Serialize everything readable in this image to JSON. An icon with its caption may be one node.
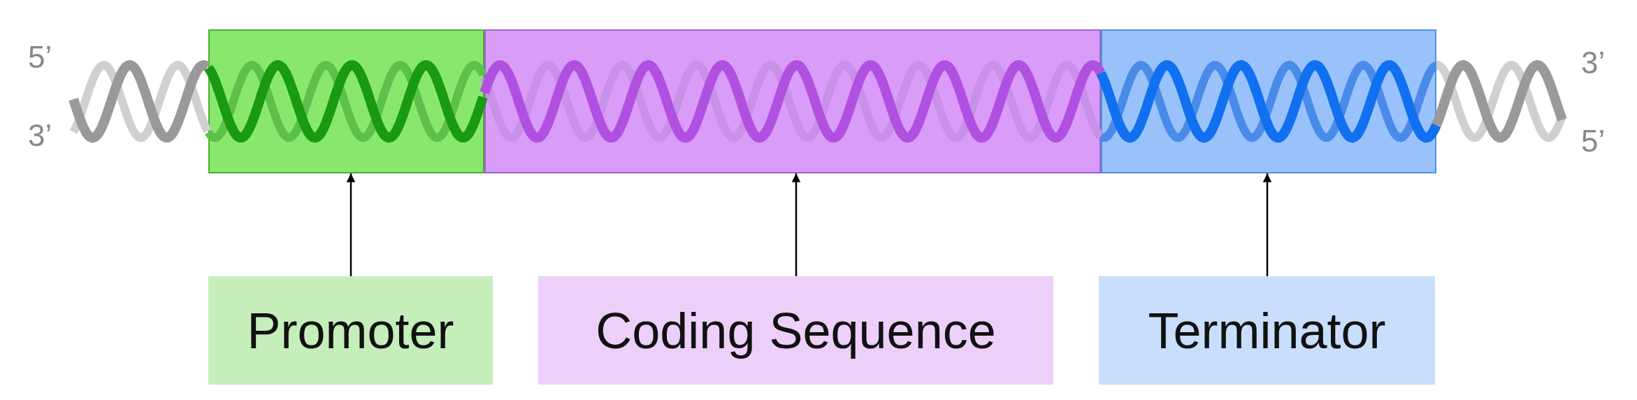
{
  "diagram": {
    "nodes": [
      {
        "text": [],
        "shape": "box"
      },
      {
        "text": [],
        "shape": "box"
      },
      {
        "text": [],
        "shape": "box"
      },
      {
        "text": [
          "Promoter"
        ]
      },
      {
        "text": [
          "Coding Sequence"
        ]
      },
      {
        "text": [
          "Terminator"
        ]
      }
    ],
    "edges": [
      {
        "from": 3,
        "to": 0,
        "arrow": "to"
      },
      {
        "from": 4,
        "to": 1,
        "arrow": "to"
      },
      {
        "from": 5,
        "to": 2,
        "arrow": "to"
      }
    ],
    "labels": [
      "5’",
      "3’",
      "3’",
      "5’"
    ]
  }
}
